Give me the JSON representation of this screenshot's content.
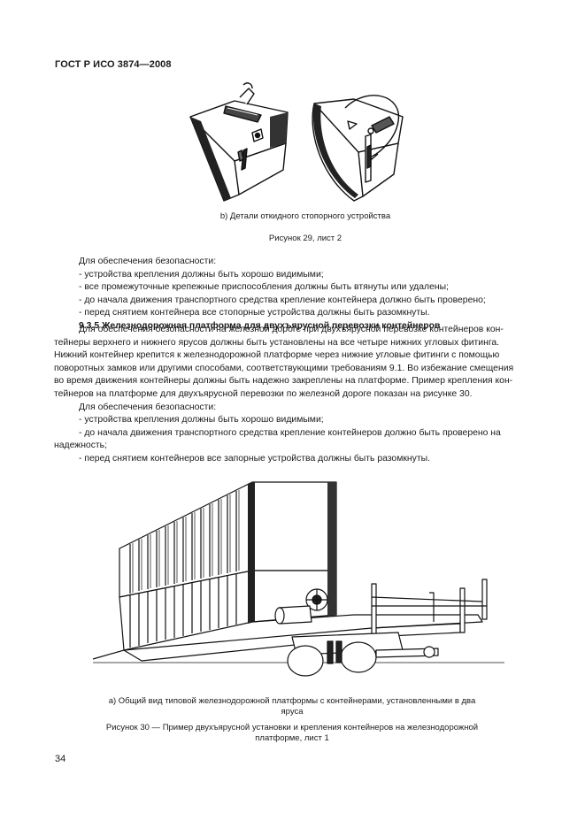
{
  "header": {
    "standard": "ГОСТ Р ИСО 3874—2008"
  },
  "figure29": {
    "subcaption": "b) Детали откидного стопорного устройства",
    "caption": "Рисунок 29, лист 2"
  },
  "body1": {
    "lines": [
      "Для обеспечения безопасности:",
      "- устройства крепления должны быть хорошо видимыми;",
      "- все промежуточные крепежные приспособления должны быть втянуты или удалены;",
      "- до начала движения транспортного средства крепление контейнера должно быть проверено;",
      "- перед снятием контейнера все стопорные устройства должны быть разомкнуты."
    ]
  },
  "section": {
    "heading": "9.3.5 Железнодорожная платформа для двухъярусной перевозки контейнеров",
    "para1_lines": [
      "Для обеспечения безопасности на железной дороге при двухъярусной перевозке контейнеров кон-",
      "тейнеры верхнего и нижнего ярусов должны быть установлены на все четыре нижних угловых фитинга.",
      "Нижний контейнер крепится к железнодорожной платформе через нижние угловые фитинги с помощью",
      "поворотных замков или другими способами, соответствующими требованиям 9.1. Во избежание смещения",
      "во время движения контейнеры должны быть надежно закреплены на платформе. Пример крепления кон-",
      "тейнеров на платформе для двухъярусной перевозки по железной дороге показан на рисунке 30."
    ],
    "safety_intro": "Для обеспечения безопасности:",
    "item1": "- устройства крепления должны быть хорошо видимыми;",
    "item2_line1": "- до начала движения транспортного средства крепление контейнеров должно быть проверено на",
    "item2_line2": "надежность;",
    "item3": "- перед снятием контейнеров все запорные устройства должны быть разомкнуты."
  },
  "figure30": {
    "subcaption_line1": "а) Общий вид типовой железнодорожной платформы с контейнерами,  установленными в два",
    "subcaption_line2": "яруса",
    "caption_line1": "Рисунок 30 — Пример двухъярусной установки и крепления контейнеров на железнодорожной",
    "caption_line2": "платформе, лист 1"
  },
  "footer": {
    "page_number": "34"
  }
}
